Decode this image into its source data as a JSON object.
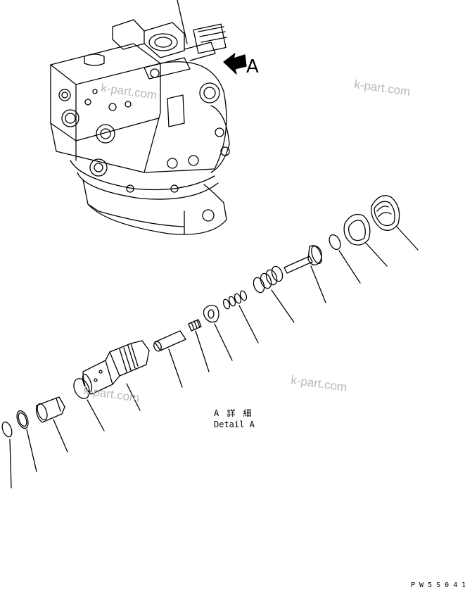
{
  "view_label": "A",
  "detail_caption_jp": "A 詳 細",
  "detail_caption_en": "Detail A",
  "drawing_code": "P W 5 S 0 4 1",
  "watermarks": [
    "k-part.com",
    "k-part.com",
    "k-part.com",
    "k-part.com"
  ],
  "colors": {
    "line": "#000000",
    "watermark": "#b8b8b8",
    "background": "#ffffff"
  }
}
